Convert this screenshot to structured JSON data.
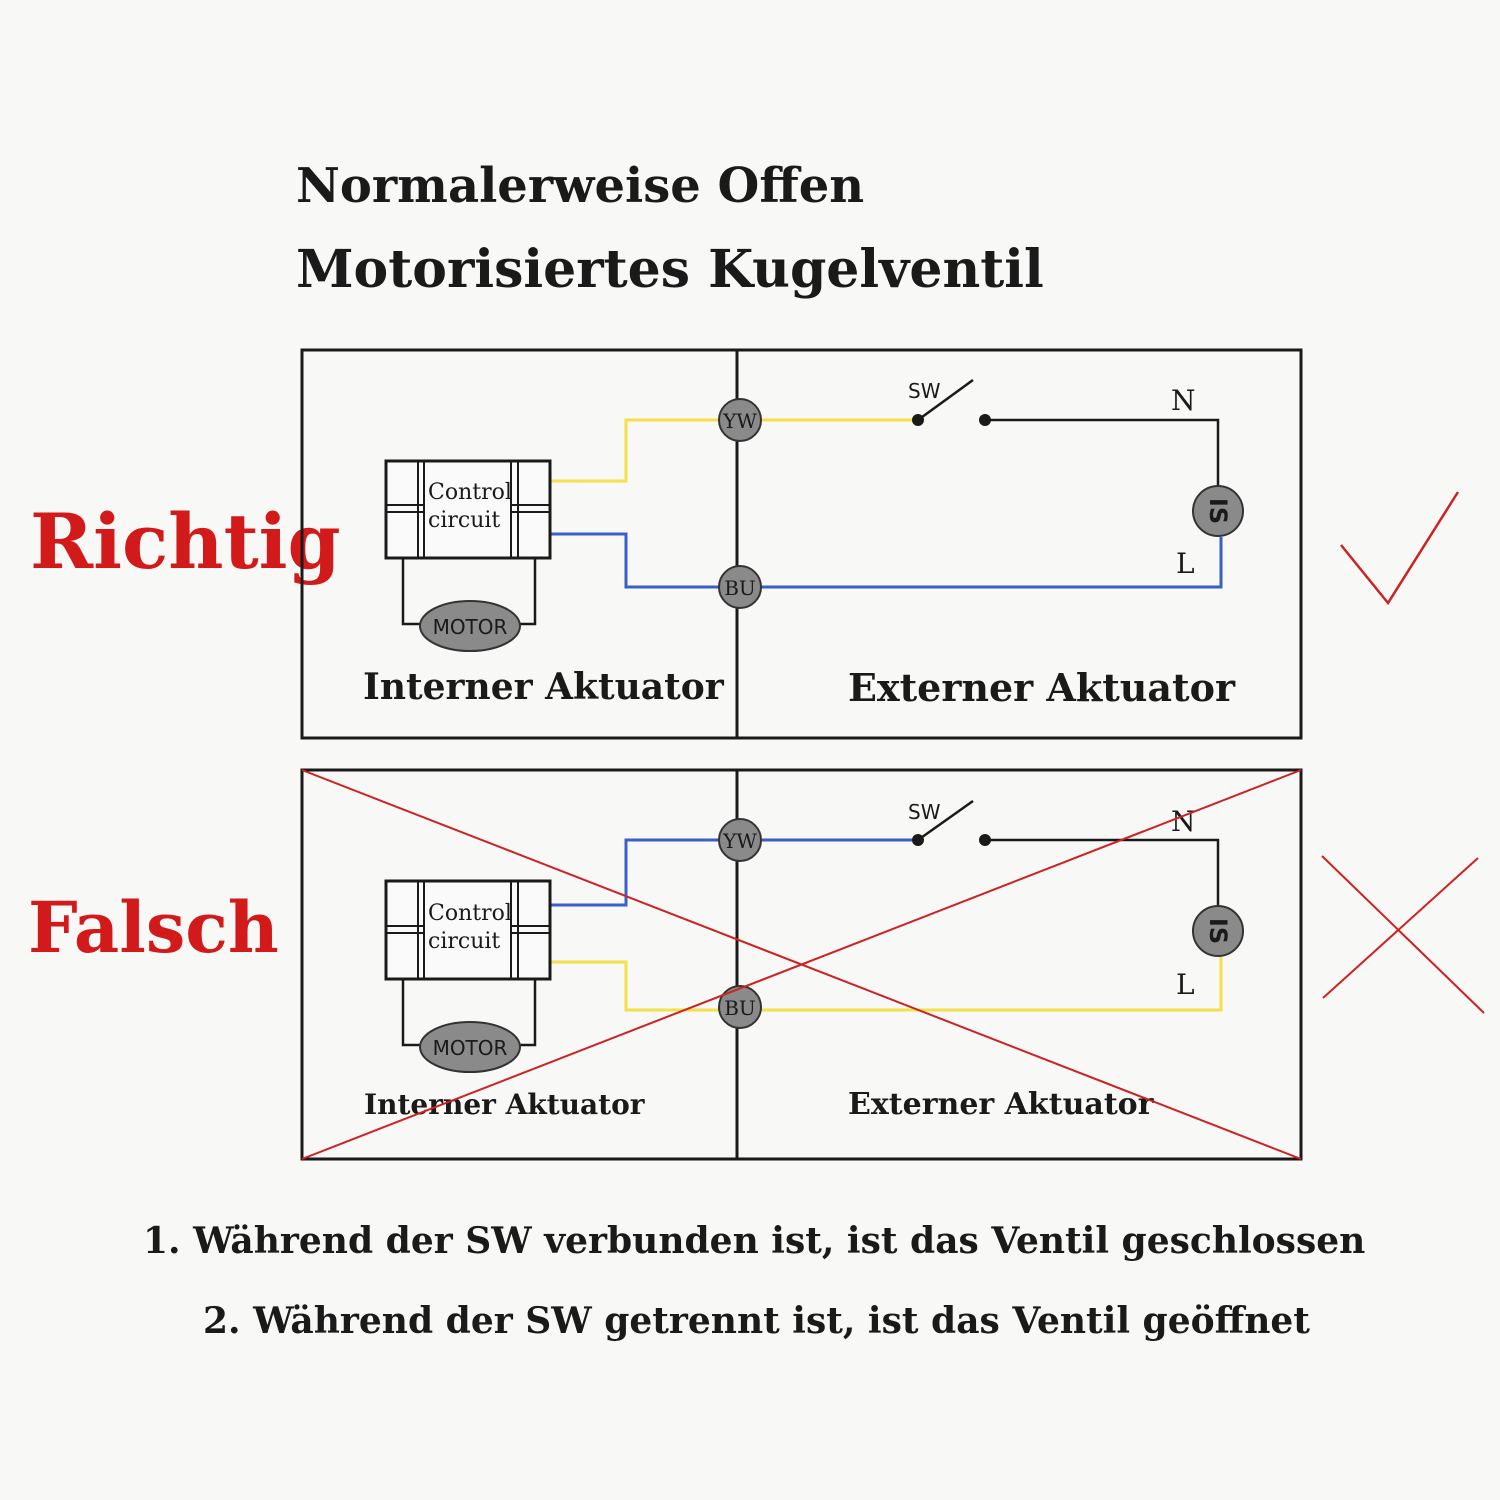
{
  "title": {
    "line1": "Normalerweise Offen",
    "line2": "Motorisiertes Kugelventil"
  },
  "verdicts": {
    "correct": "Richtig",
    "wrong": "Falsch"
  },
  "colors": {
    "verdict_red": "#d31a1a",
    "wire_yellow": "#f4e04a",
    "wire_blue": "#3a5fc8",
    "terminal_grey": "#8a8a8a",
    "cross_red": "#cc2222"
  },
  "diagram_correct": {
    "control_label_1": "Control",
    "control_label_2": "circuit",
    "motor_label": "MOTOR",
    "terminal_top": "YW",
    "terminal_bottom": "BU",
    "switch_label": "SW",
    "neutral_label": "N",
    "line_label": "L",
    "source_label": "IS",
    "internal_label": "Interner Aktuator",
    "external_label": "Externer Aktuator",
    "wire_top_color": "yellow",
    "wire_bottom_color": "blue",
    "mark_icon": "check-mark-icon"
  },
  "diagram_wrong": {
    "control_label_1": "Control",
    "control_label_2": "circuit",
    "motor_label": "MOTOR",
    "terminal_top": "YW",
    "terminal_bottom": "BU",
    "switch_label": "SW",
    "neutral_label": "N",
    "line_label": "L",
    "source_label": "IS",
    "internal_label": "Interner Aktuator",
    "external_label": "Externer Aktuator",
    "wire_top_color": "blue",
    "wire_bottom_color": "yellow",
    "mark_icon": "cross-mark-icon"
  },
  "notes": [
    "1. Während der SW verbunden ist, ist das Ventil geschlossen",
    "2. Während der SW getrennt ist, ist das Ventil geöffnet"
  ]
}
